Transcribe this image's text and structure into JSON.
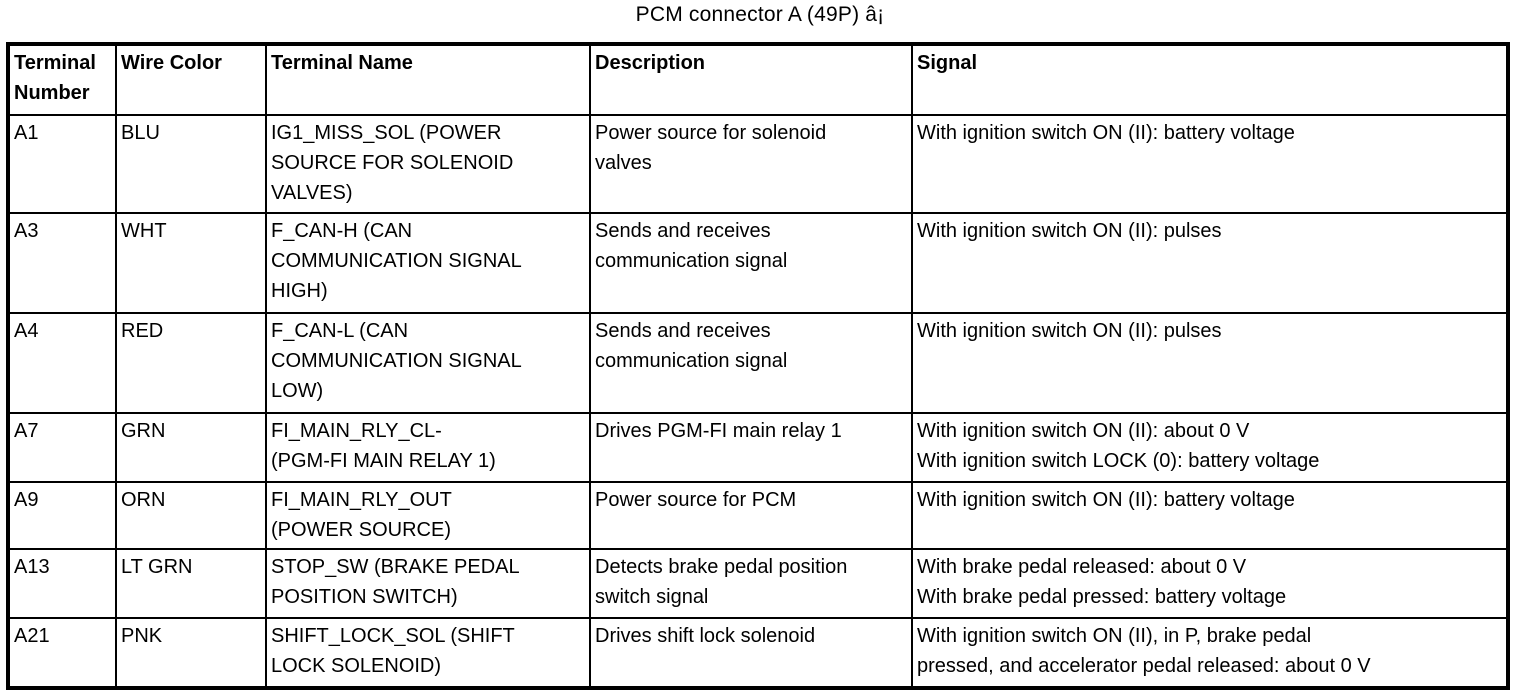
{
  "document": {
    "title": "PCM connector A (49P) â¡"
  },
  "table": {
    "headers": [
      "Terminal Number",
      "Wire Color",
      "Terminal Name",
      "Description",
      "Signal"
    ],
    "header_lines": {
      "terminal_number": [
        "Terminal",
        "Number"
      ],
      "wire_color": [
        "Wire Color"
      ],
      "terminal_name": [
        "Terminal Name"
      ],
      "description": [
        "Description"
      ],
      "signal": [
        "Signal"
      ]
    },
    "rows": [
      {
        "terminal_number": "A1",
        "wire_color": "BLU",
        "terminal_name": "IG1_MISS_SOL (POWER SOURCE FOR SOLENOID VALVES)",
        "terminal_name_lines": [
          "IG1_MISS_SOL (POWER",
          "SOURCE FOR SOLENOID",
          "VALVES)"
        ],
        "description": "Power source for solenoid valves",
        "description_lines": [
          "Power source for solenoid",
          "valves"
        ],
        "signal": "With ignition switch ON (II): battery voltage",
        "signal_lines": [
          "With ignition switch ON (II): battery voltage"
        ]
      },
      {
        "terminal_number": "A3",
        "wire_color": "WHT",
        "terminal_name": "F_CAN-H (CAN COMMUNICATION SIGNAL HIGH)",
        "terminal_name_lines": [
          "F_CAN-H (CAN",
          "COMMUNICATION SIGNAL",
          "HIGH)"
        ],
        "description": "Sends and receives communication signal",
        "description_lines": [
          "Sends and receives",
          "communication signal"
        ],
        "signal": "With ignition switch ON (II): pulses",
        "signal_lines": [
          "With ignition switch ON (II): pulses"
        ]
      },
      {
        "terminal_number": "A4",
        "wire_color": "RED",
        "terminal_name": "F_CAN-L (CAN COMMUNICATION SIGNAL LOW)",
        "terminal_name_lines": [
          "F_CAN-L (CAN",
          "COMMUNICATION SIGNAL",
          "LOW)"
        ],
        "description": "Sends and receives communication signal",
        "description_lines": [
          "Sends and receives",
          "communication signal"
        ],
        "signal": "With ignition switch ON (II): pulses",
        "signal_lines": [
          "With ignition switch ON (II): pulses"
        ]
      },
      {
        "terminal_number": "A7",
        "wire_color": "GRN",
        "terminal_name": "FI_MAIN_RLY_CL- (PGM-FI MAIN RELAY 1)",
        "terminal_name_lines": [
          "FI_MAIN_RLY_CL-",
          "(PGM-FI MAIN RELAY 1)"
        ],
        "description": "Drives PGM-FI main relay 1",
        "description_lines": [
          "Drives PGM-FI main relay 1"
        ],
        "signal": "With ignition switch ON (II): about 0 V / With ignition switch LOCK (0): battery voltage",
        "signal_lines": [
          "With ignition switch ON (II): about 0 V",
          "With ignition switch LOCK (0): battery voltage"
        ]
      },
      {
        "terminal_number": "A9",
        "wire_color": "ORN",
        "terminal_name": "FI_MAIN_RLY_OUT (POWER SOURCE)",
        "terminal_name_lines": [
          "FI_MAIN_RLY_OUT",
          "(POWER SOURCE)"
        ],
        "description": "Power source for PCM",
        "description_lines": [
          "Power source for PCM"
        ],
        "signal": "With ignition switch ON (II): battery voltage",
        "signal_lines": [
          "With ignition switch ON (II): battery voltage"
        ]
      },
      {
        "terminal_number": "A13",
        "wire_color": "LT GRN",
        "terminal_name": "STOP_SW (BRAKE PEDAL POSITION SWITCH)",
        "terminal_name_lines": [
          "STOP_SW (BRAKE PEDAL",
          "POSITION SWITCH)"
        ],
        "description": "Detects brake pedal position switch signal",
        "description_lines": [
          "Detects brake pedal position",
          "switch signal"
        ],
        "signal": "With brake pedal released: about 0 V / With brake pedal pressed: battery voltage",
        "signal_lines": [
          "With brake pedal released: about 0 V",
          "With brake pedal pressed: battery voltage"
        ]
      },
      {
        "terminal_number": "A21",
        "wire_color": "PNK",
        "terminal_name": "SHIFT_LOCK_SOL (SHIFT LOCK SOLENOID)",
        "terminal_name_lines": [
          "SHIFT_LOCK_SOL (SHIFT",
          "LOCK SOLENOID)"
        ],
        "description": "Drives shift lock solenoid",
        "description_lines": [
          "Drives shift lock solenoid"
        ],
        "signal": "With ignition switch ON (II), in P, brake pedal pressed, and accelerator pedal released: about 0 V",
        "signal_lines": [
          "With ignition switch ON (II), in P, brake pedal",
          "pressed, and accelerator pedal released: about 0 V"
        ]
      }
    ]
  }
}
